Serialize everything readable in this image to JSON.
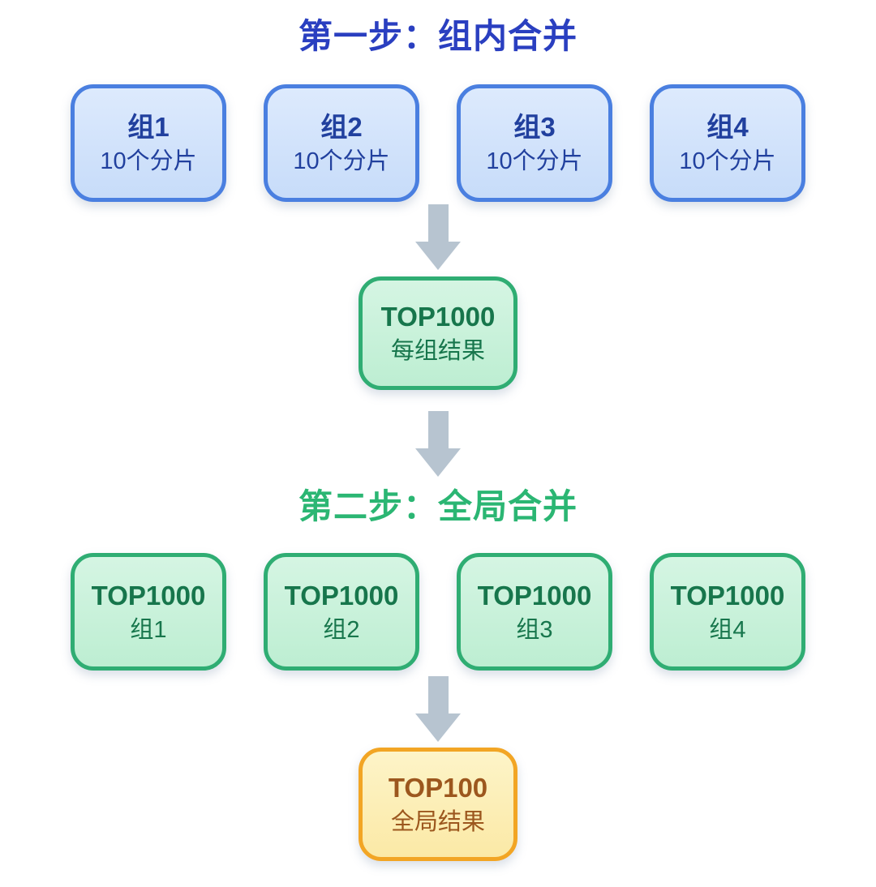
{
  "page": {
    "background_color": "#ffffff"
  },
  "colors": {
    "step1_title": "#2a3fc0",
    "step2_title": "#2bb673",
    "blue_box_border": "#4a7fe0",
    "blue_box_fill": "#cfe2fa",
    "blue_box_text": "#21409e",
    "green_box_border": "#2fad73",
    "green_box_fill": "#c9f1da",
    "green_box_text": "#17764c",
    "orange_box_border": "#f2a524",
    "orange_box_fill": "#fceeb7",
    "orange_box_text": "#9c571e",
    "arrow": "#b7c4d0"
  },
  "step1": {
    "title": "第一步：组内合并",
    "groups": [
      {
        "label": "组1",
        "sublabel": "10个分片"
      },
      {
        "label": "组2",
        "sublabel": "10个分片"
      },
      {
        "label": "组3",
        "sublabel": "10个分片"
      },
      {
        "label": "组4",
        "sublabel": "10个分片"
      }
    ],
    "result": {
      "label": "TOP1000",
      "sublabel": "每组结果"
    }
  },
  "step2": {
    "title": "第二步：全局合并",
    "groups": [
      {
        "label": "TOP1000",
        "sublabel": "组1"
      },
      {
        "label": "TOP1000",
        "sublabel": "组2"
      },
      {
        "label": "TOP1000",
        "sublabel": "组3"
      },
      {
        "label": "TOP1000",
        "sublabel": "组4"
      }
    ],
    "result": {
      "label": "TOP100",
      "sublabel": "全局结果"
    }
  }
}
